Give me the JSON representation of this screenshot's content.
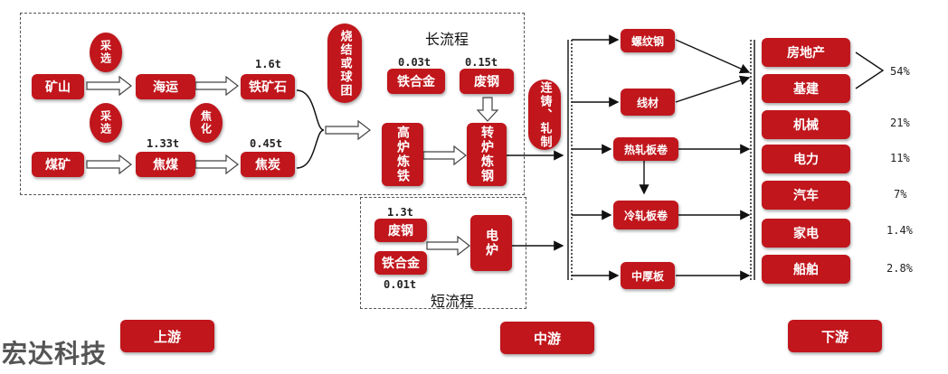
{
  "upstream": {
    "ore_mine": "矿山",
    "coal_mine": "煤矿",
    "shipping": "海运",
    "coking_coal": "焦煤",
    "iron_ore": "铁矿石",
    "coke": "焦炭",
    "beneficiation_1": "采选",
    "beneficiation_2": "采选",
    "coking": "焦化",
    "sinter": "烧结或球团",
    "label_1_6t": "1.6t",
    "label_1_33t": "1.33t",
    "label_0_45t": "0.45t"
  },
  "long_process": {
    "title": "长流程",
    "ferroalloy": "铁合金",
    "scrap": "废钢",
    "ferroalloy_amt": "0.03t",
    "scrap_amt": "0.15t",
    "blast_furnace": "高炉炼铁",
    "converter": "转炉炼钢"
  },
  "short_process": {
    "title": "短流程",
    "scrap": "废钢",
    "ferroalloy": "铁合金",
    "scrap_amt": "1.3t",
    "ferroalloy_amt": "0.01t",
    "eaf": "电炉"
  },
  "casting": "连铸、轧制",
  "products": {
    "rebar": "螺纹钢",
    "wire": "线材",
    "hot_rolled": "热轧板卷",
    "cold_rolled": "冷轧板卷",
    "plate": "中厚板"
  },
  "downstream": [
    {
      "name": "房地产",
      "pct": ""
    },
    {
      "name": "基建",
      "pct": ""
    },
    {
      "name": "机械",
      "pct": "21%"
    },
    {
      "name": "电力",
      "pct": "11%"
    },
    {
      "name": "汽车",
      "pct": "7%"
    },
    {
      "name": "家电",
      "pct": "1.4%"
    },
    {
      "name": "船舶",
      "pct": "2.8%"
    }
  ],
  "combined_pct": "54%",
  "stage_labels": {
    "upstream": "上游",
    "midstream": "中游",
    "downstream": "下游"
  },
  "watermark": "宏达科技",
  "colors": {
    "node": "#c0161c"
  }
}
